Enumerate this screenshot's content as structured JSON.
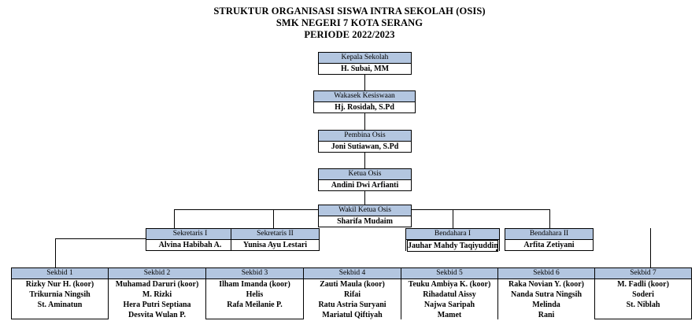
{
  "title": {
    "line1": "STRUKTUR ORGANISASI SISWA INTRA SEKOLAH (OSIS)",
    "line2": "SMK NEGERI 7 KOTA SERANG",
    "line3": "PERIODE 2022/2023"
  },
  "colors": {
    "header_fill": "#b3c6e0",
    "border": "#000000",
    "body_fill": "#ffffff",
    "text": "#000000"
  },
  "nodes": {
    "kepala_sekolah": {
      "role": "Kepala Sekolah",
      "members": [
        "H. Subai, MM"
      ]
    },
    "wakasek_kesiswaan": {
      "role": "Wakasek Kesiswaan",
      "members": [
        "Hj. Rosidah, S.Pd"
      ]
    },
    "pembina_osis": {
      "role": "Pembina Osis",
      "members": [
        "Joni Sutiawan, S.Pd"
      ]
    },
    "ketua_osis": {
      "role": "Ketua Osis",
      "members": [
        "Andini Dwi Arfianti"
      ]
    },
    "wakil_ketua_osis": {
      "role": "Wakil Ketua Osis",
      "members": [
        "Sharifa Mudaim"
      ]
    },
    "sekretaris_1": {
      "role": "Sekretaris I",
      "members": [
        "Alvina Habibah A."
      ]
    },
    "sekretaris_2": {
      "role": "Sekretaris II",
      "members": [
        "Yunisa Ayu Lestari"
      ]
    },
    "bendahara_1": {
      "role": "Bendahara I",
      "members": [
        "Jauhar Mahdy Taqiyuddin"
      ],
      "selected": true
    },
    "bendahara_2": {
      "role": "Bendahara II",
      "members": [
        "Arfita Zetiyani"
      ]
    },
    "sekbid_1": {
      "role": "Sekbid 1",
      "members": [
        "Rizky Nur H. (koor)",
        "Trikurnia Ningsih",
        "St. Aminatun"
      ]
    },
    "sekbid_2": {
      "role": "Sekbid 2",
      "members": [
        "Muhamad Daruri (koor)",
        "M. Rizki",
        "Hera Putri Septiana",
        "Desvita Wulan P."
      ]
    },
    "sekbid_3": {
      "role": "Sekbid 3",
      "members": [
        "Ilham Imanda (koor)",
        "Helis",
        "Rafa Meilanie P."
      ]
    },
    "sekbid_4": {
      "role": "Sekbid 4",
      "members": [
        "Zauti Maula (koor)",
        "Rifai",
        "Ratu Astria Suryani",
        "Mariatul Qiftiyah"
      ]
    },
    "sekbid_5": {
      "role": "Sekbid 5",
      "members": [
        "Teuku Ambiya K. (koor)",
        "Rihadatul Aissy",
        "Najwa Saripah",
        "Mamet"
      ]
    },
    "sekbid_6": {
      "role": "Sekbid 6",
      "members": [
        "Raka Novian Y. (koor)",
        "Nanda Sutra Ningsih",
        "Melinda",
        "Rani"
      ]
    },
    "sekbid_7": {
      "role": "Sekbid 7",
      "members": [
        "M. Fadli (koor)",
        "Soderi",
        "St. Niblah"
      ]
    }
  }
}
